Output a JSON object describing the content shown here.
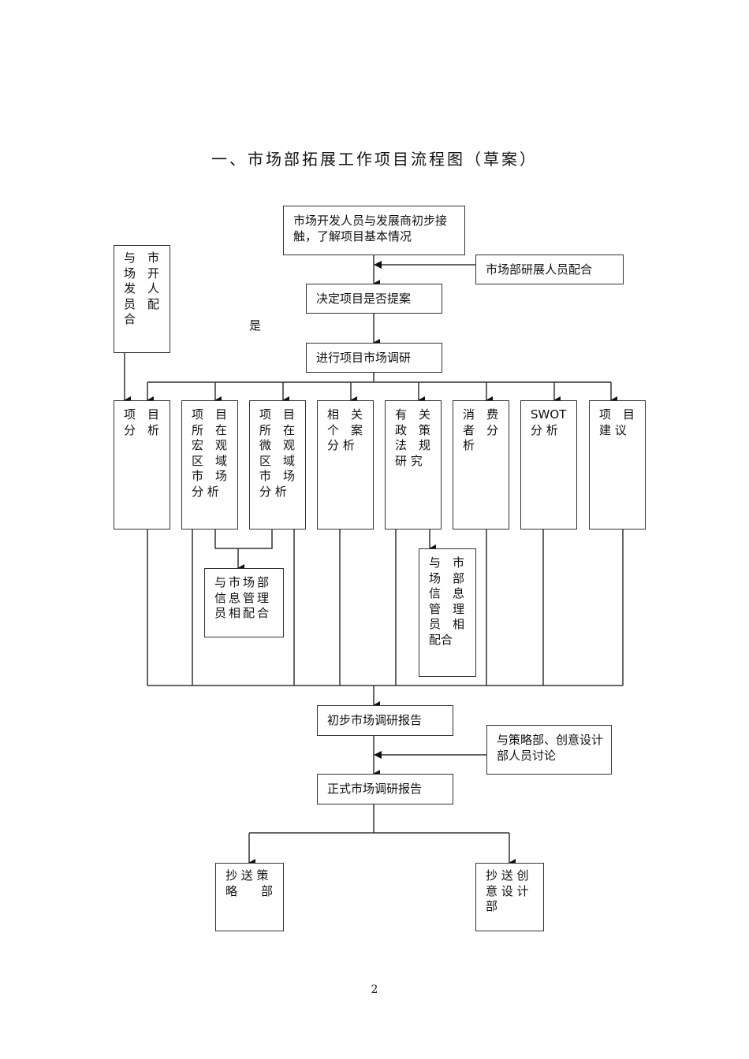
{
  "title": "一、市场部拓展工作项目流程图（草案）",
  "nodes": {
    "initial_contact": "市场开发人员与发展商初步接触，了解项目基本情况",
    "research_dept_cooperation": "市场部研展人员配合",
    "decide_proposal": "决定项目是否提案",
    "yes_label": "是",
    "market_research": "进行项目市场调研",
    "developer_cooperation": "与市场开发人员配合",
    "analyses": [
      {
        "id": "project-analysis",
        "label": "项目分析",
        "lines": [
          "项　目",
          "分　析"
        ]
      },
      {
        "id": "macro-market-analysis",
        "label": "项目所在宏观区域市场分析",
        "lines": [
          "项　目",
          "所　在",
          "宏　观",
          "区　域",
          "市　场",
          "分 析"
        ]
      },
      {
        "id": "micro-market-analysis",
        "label": "项目所在微观区域市场分析",
        "lines": [
          "项　目",
          "所　在",
          "微　观",
          "区　域",
          "市　场",
          "分 析"
        ]
      },
      {
        "id": "case-analysis",
        "label": "相关个案分析",
        "lines": [
          "相　关",
          "个　案",
          "分 析"
        ]
      },
      {
        "id": "policy-research",
        "label": "有关政策法规研究",
        "lines": [
          "有　关",
          "政　策",
          "法　规",
          "研 究"
        ]
      },
      {
        "id": "consumer-analysis",
        "label": "消费者分析",
        "lines": [
          "消　费",
          "者　分",
          "析"
        ]
      },
      {
        "id": "swot-analysis",
        "label": "SWOT分析",
        "lines": [
          "SWOT",
          "分 析"
        ]
      },
      {
        "id": "project-suggestion",
        "label": "项目建议",
        "lines": [
          "项　目",
          "建 议"
        ]
      }
    ],
    "info_manager_cooperation_1": {
      "label": "与市场部信息管理员相配合",
      "lines": [
        "与市场部",
        "信息管理",
        "员相配合"
      ]
    },
    "info_manager_cooperation_2": {
      "label": "与市场部信息管理相配合",
      "lines": [
        "与　市",
        "场　部",
        "信　息",
        "管　理",
        "员　相",
        "配合"
      ]
    },
    "preliminary_report": "初步市场调研报告",
    "strategy_creative_discussion": "与策略部、创意设计部人员讨论",
    "formal_report": "正式市场调研报告",
    "cc_strategy": {
      "label": "抄送策略部",
      "lines": [
        "抄 送 策",
        "略　　部"
      ]
    },
    "cc_creative": {
      "label": "抄送创意设计部",
      "lines": [
        "抄 送 创",
        "意 设 计",
        "部"
      ]
    }
  },
  "page_number": "2"
}
